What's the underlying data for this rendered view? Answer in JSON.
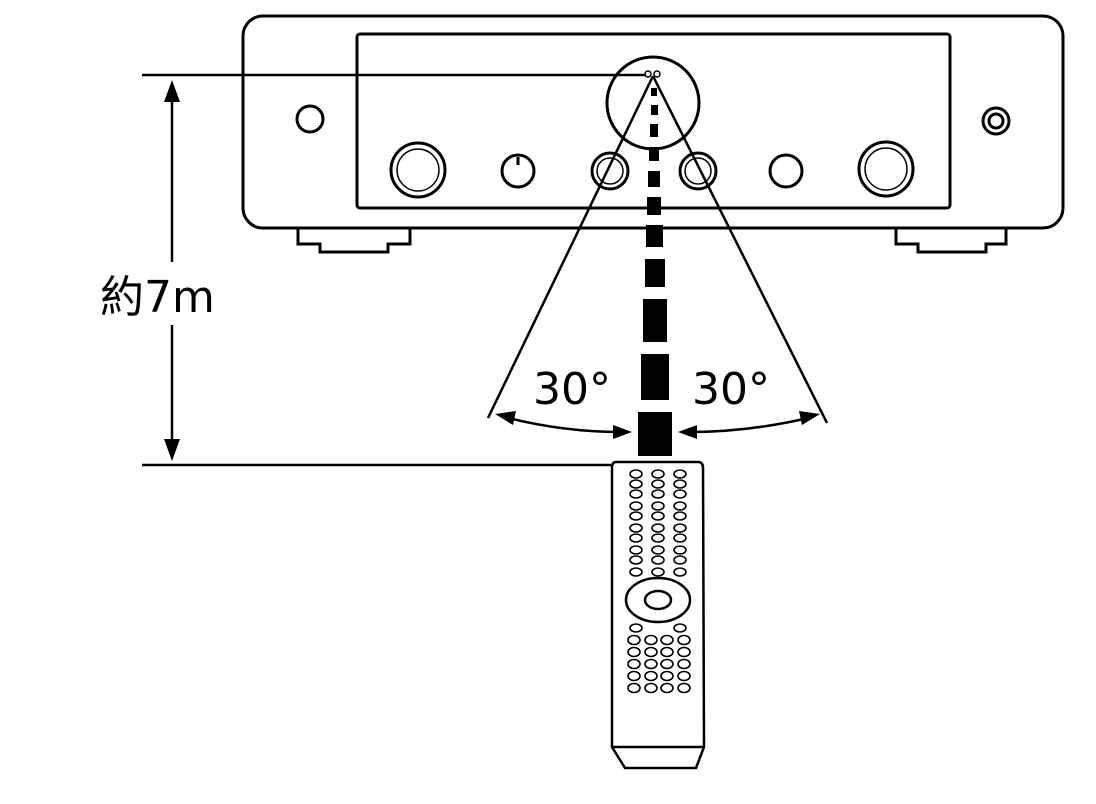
{
  "distance_label": "約7m",
  "angle_left_label": "30°",
  "angle_right_label": "30°",
  "colors": {
    "ink": "#000000",
    "paper": "#ffffff"
  }
}
